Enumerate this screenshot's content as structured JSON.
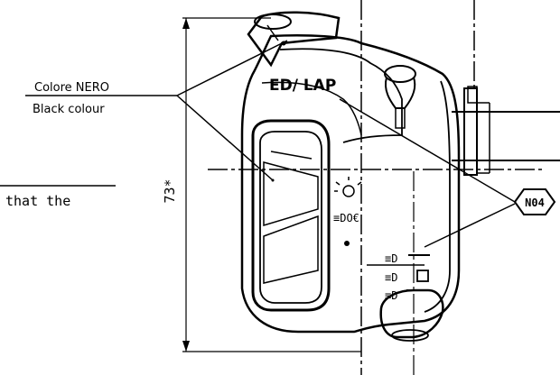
{
  "colors": {
    "ink": "#000000",
    "paper": "#ffffff"
  },
  "labels": {
    "colour_it": "Colore NERO",
    "colour_en": "Black colour",
    "note_fragment": "that the",
    "dimension": "73*",
    "lamp_marking": "ED/ LAP",
    "callout": "N04"
  },
  "icons": [
    "sun-lamp-icon",
    "parking-lamp-icon",
    "low-beam-icon",
    "high-beam-icon",
    "flash-lamp-icon"
  ]
}
